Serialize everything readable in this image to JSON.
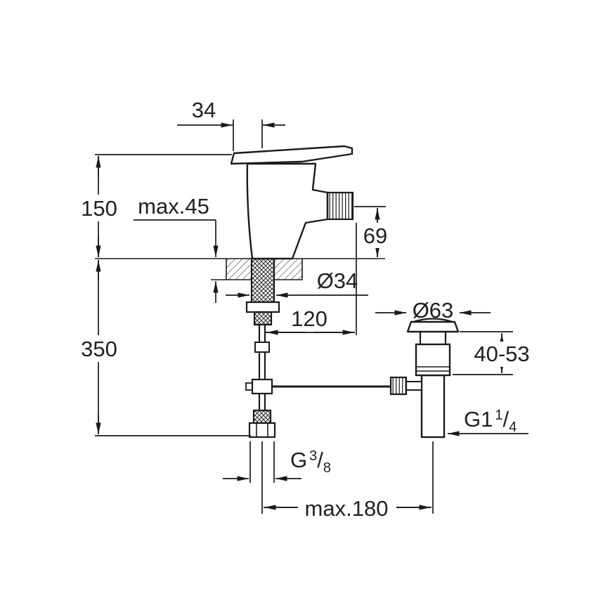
{
  "drawing": {
    "colors": {
      "line": "#1a1a1a",
      "text": "#212121",
      "background": "#ffffff"
    },
    "labels": {
      "lever_width": "34",
      "height_150": "150",
      "max_deck": "max.45",
      "outlet_height": "69",
      "hole_diameter": "Ø34",
      "spout_reach": "120",
      "hose_length": "350",
      "waste_diameter": "Ø63",
      "waste_range": "40-53",
      "waste_thread_prefix": "G1",
      "waste_thread_num": "1",
      "waste_thread_slash": "/",
      "waste_thread_den": "4",
      "hose_thread_prefix": "G",
      "hose_thread_num": "3",
      "hose_thread_slash": "/",
      "hose_thread_den": "8",
      "max_distance": "max.180"
    }
  }
}
